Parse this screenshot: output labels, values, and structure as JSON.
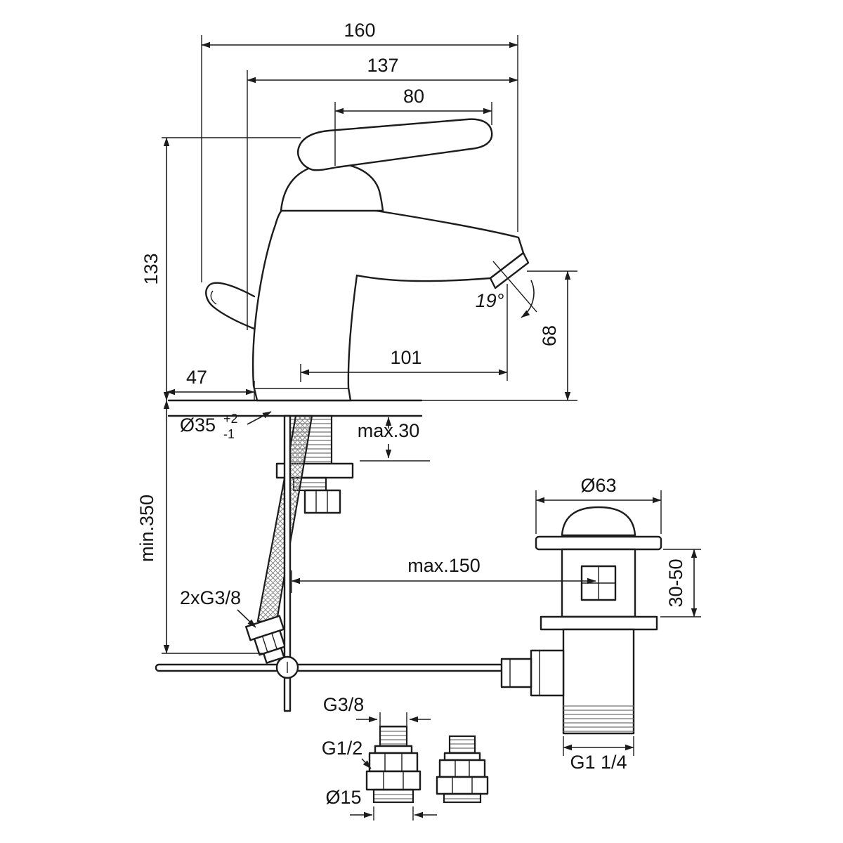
{
  "drawing": {
    "ink_color": "#1c1c1c",
    "background_color": "#ffffff",
    "dims": {
      "overall_depth": "160",
      "depth_to_spout_tip": "137",
      "lever_length": "80",
      "body_height": "133",
      "spout_angle": "19°",
      "outlet_height": "68",
      "spout_reach": "101",
      "rear_offset": "47",
      "hole_diameter": "Ø35",
      "hole_tolerance_plus": "+2",
      "hole_tolerance_minus": "-1",
      "max_deck_thickness": "max.30",
      "min_hose_length": "min.350",
      "supply_hose_thread": "2xG3/8",
      "max_rod_length": "max.150",
      "waste_flange_diameter": "Ø63",
      "waste_clamp_range": "30-50",
      "waste_thread": "G1 1/4",
      "adapter_thread_small": "G3/8",
      "adapter_thread_large": "G1/2",
      "adapter_diameter": "Ø15"
    }
  }
}
